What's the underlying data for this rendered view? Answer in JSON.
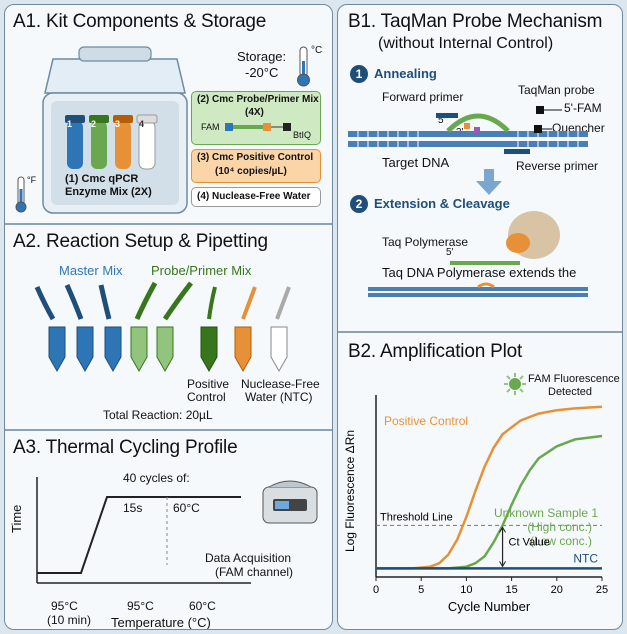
{
  "a1": {
    "title": "A1. Kit Components & Storage",
    "storage_label": "Storage:",
    "storage_temp": "-20°C",
    "thermo_unit": "°C",
    "thermo_small": "°F",
    "enzyme_line1": "(1) Cmc qPCR",
    "enzyme_line2": "Enzyme Mix (2X)",
    "tube_labels": [
      "1",
      "2",
      "3",
      "4"
    ],
    "probe_mix_line1": "(2) Cmc Probe/Primer Mix",
    "probe_mix_line2": "(4X)",
    "probe_fam": "FAM",
    "probe_btiq": "BtIQ",
    "positive_line1": "(3) Cmc Positive Control",
    "positive_line2": "(10⁴ copies/µL)",
    "water_label": "(4) Nuclease-Free Water"
  },
  "a2": {
    "title": "A2. Reaction Setup & Pipetting",
    "master_mix": "Master Mix",
    "probe_primer_mix": "Probe/Primer Mix",
    "positive_control_line1": "Positive",
    "positive_control_line2": "Control",
    "water_line1": "Nuclease-Free",
    "water_line2": "Water (NTC)",
    "total_reaction": "Total Reaction: 20µL"
  },
  "a3": {
    "title": "A3. Thermal Cycling Profile",
    "cycles": "40 cycles of:",
    "step_15s": "15s",
    "step_60c": "60°C",
    "y_axis": "Time",
    "x_axis": "Temperature (°C)",
    "x_tick1_line1": "95°C",
    "x_tick1_line2": "(10 min)",
    "x_tick2": "95°C",
    "x_tick3": "60°C",
    "acq_line1": "Data Acquisition",
    "acq_line2": "(FAM channel)"
  },
  "b1": {
    "title": "B1. TaqMan Probe Mechanism",
    "subtitle": "(without Internal Control)",
    "step1_num": "1",
    "step1": "Annealing",
    "forward_primer": "Forward primer",
    "taqman_probe": "TaqMan probe",
    "fam_5": "5'-FAM",
    "quencher": "Quencher",
    "five_prime": "5'",
    "three_prime": "3'",
    "target_dna": "Target DNA",
    "reverse_primer": "Reverse primer",
    "step2_num": "2",
    "step2": "Extension & Cleavage",
    "taq_polymerase": "Taq Polymerase",
    "five_prime_2": "5'",
    "extends": "Taq DNA Polymerase extends the"
  },
  "b2": {
    "title": "B2. Amplification Plot",
    "fam_detected_line1": "FAM Fluorescence",
    "fam_detected_line2": "Detected"
  },
  "chart_data": {
    "type": "line",
    "xlabel": "Cycle Number",
    "ylabel": "Log Fluorescence ΔRn",
    "xlim": [
      0,
      25
    ],
    "xticks": [
      0,
      5,
      10,
      15,
      20,
      25
    ],
    "ylim": [
      0,
      1
    ],
    "grid": false,
    "threshold": 0.3,
    "threshold_label": "Threshold Line",
    "ct_label": "Ct Value",
    "series": [
      {
        "name": "Positive Control",
        "color": "#e69138",
        "x": [
          0,
          4,
          6,
          7,
          8,
          9,
          10,
          11,
          12,
          13,
          14,
          16,
          18,
          20,
          22,
          25
        ],
        "y": [
          0.05,
          0.05,
          0.06,
          0.08,
          0.13,
          0.22,
          0.35,
          0.5,
          0.64,
          0.75,
          0.83,
          0.91,
          0.95,
          0.97,
          0.98,
          0.99
        ]
      },
      {
        "name": "Unknown Sample 1",
        "color": "#6aa84f",
        "x": [
          0,
          8,
          10,
          11,
          12,
          13,
          14,
          15,
          16,
          17,
          18,
          20,
          22,
          25
        ],
        "y": [
          0.05,
          0.05,
          0.06,
          0.08,
          0.12,
          0.2,
          0.3,
          0.42,
          0.53,
          0.62,
          0.69,
          0.76,
          0.8,
          0.82
        ]
      },
      {
        "name": "NTC",
        "color": "#1f4e79",
        "x": [
          0,
          25
        ],
        "y": [
          0.05,
          0.05
        ]
      }
    ],
    "annotations": [
      "(High conc.)",
      "(Low conc.)"
    ]
  },
  "colors": {
    "blue_tube": "#2e75b6",
    "green_tube": "#6aa84f",
    "orange_tube": "#e69138",
    "navy": "#1f4e79",
    "dna_blue": "#4a7fb5"
  }
}
